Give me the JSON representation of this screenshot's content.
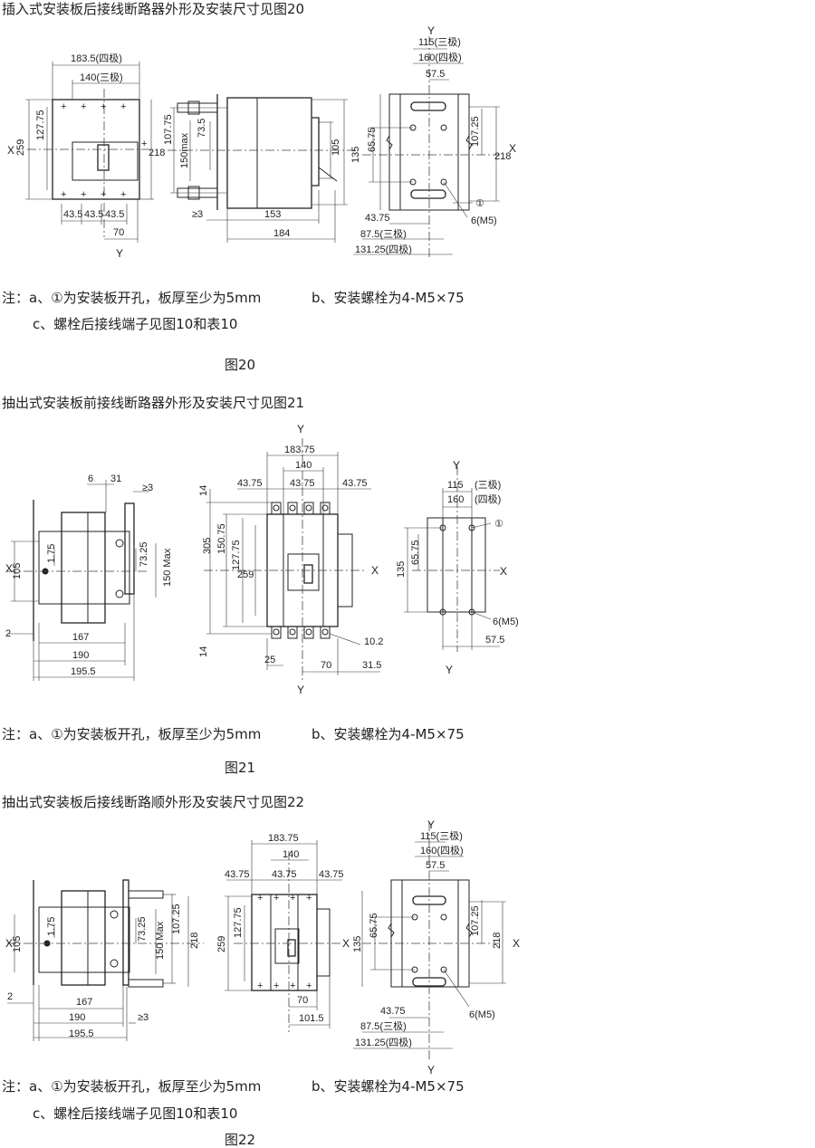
{
  "sections": [
    {
      "title": "插入式安装板后接线断路器外形及安装尺寸见图20",
      "notes": [
        "注：a、①为安装板开孔，板厚至少为5mm",
        "b、安装螺栓为4-M5×75",
        "c、螺栓后接线端子见图10和表10"
      ],
      "figure": "图20"
    },
    {
      "title": "抽出式安装板前接线断路器外形及安装尺寸见图21",
      "notes": [
        "注：a、①为安装板开孔，板厚至少为5mm",
        "b、安装螺栓为4-M5×75"
      ],
      "figure": "图21"
    },
    {
      "title": "抽出式安装板后接线断路顺外形及安装尺寸见图22",
      "notes": [
        "注：a、①为安装板开孔，板厚至少为5mm",
        "b、安装螺栓为4-M5×75",
        "c、螺栓后接线端子见图10和表10"
      ],
      "figure": "图22"
    }
  ],
  "dims": {
    "d183_5": "183.5(四极)",
    "d140_3": "140(三极)",
    "d127_75": "127.75",
    "d259": "259",
    "d218": "218",
    "d43_5a": "43.5",
    "d43_5b": "43.5",
    "d43_5c": "43.5",
    "d70": "70",
    "d107_75": "107.75",
    "d73_5": "73.5",
    "d150max": "150max",
    "d153": "153",
    "d184": "184",
    "d105": "105",
    "dge3": "≥3",
    "d115_3": "115(三极)",
    "d160_4": "160(四极)",
    "d57_5": "57.5",
    "d65_75": "65.75",
    "d135": "135",
    "d107_25": "107.25",
    "d43_75": "43.75",
    "d87_5_3": "87.5(三极)",
    "d131_25_4": "131.25(四极)",
    "d6m5": "6(M5)",
    "circ1": "①",
    "d6": "6",
    "d31": "31",
    "d1_75": "1.75",
    "d73_25": "73.25",
    "d150Max": "150 Max",
    "d2": "2",
    "d167": "167",
    "d190": "190",
    "d195_5": "195.5",
    "d183_75": "183.75",
    "d140": "140",
    "d14": "14",
    "d305": "305",
    "d150_75": "150.75",
    "d25": "25",
    "d10_2": "10.2",
    "d31_5": "31.5",
    "d115": "115",
    "d3ji": "(三极)",
    "d160": "160",
    "d4ji": "(四极)",
    "d101_5": "101.5"
  },
  "axes": {
    "x": "X",
    "y": "Y"
  }
}
